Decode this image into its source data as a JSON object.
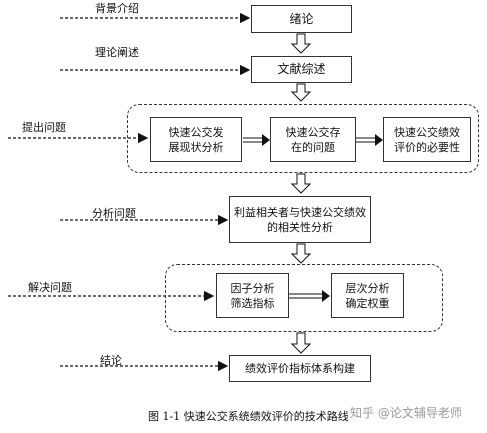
{
  "stages": [
    {
      "label": "背景介绍",
      "box": "绪论"
    },
    {
      "label": "理论阐述",
      "box": "文献综述"
    },
    {
      "label": "提出问题",
      "boxes": [
        "快速公交发展现状分析",
        "快速公交存在的问题",
        "快速公交绩效评价的必要性"
      ]
    },
    {
      "label": "分析问题",
      "box": "利益相关者与快速公交绩效的相关性分析"
    },
    {
      "label": "解决问题",
      "boxes": [
        "因子分析筛选指标",
        "层次分析确定权重"
      ]
    },
    {
      "label": "结论",
      "box": "绩效评价指标体系构建"
    }
  ],
  "caption": "图 1-1  快速公交系统绩效评价的技术路线",
  "watermark": "知乎 @论文辅导老师"
}
